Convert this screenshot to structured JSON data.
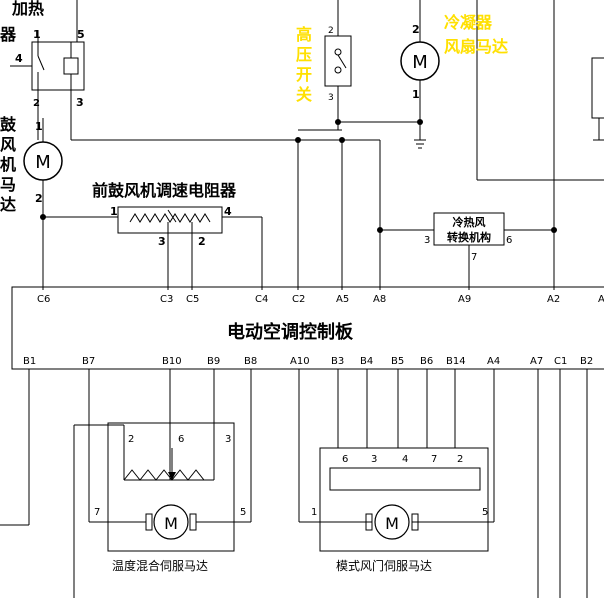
{
  "labels": {
    "heater_relay_top": "加热",
    "heater_relay_bottom": "器",
    "front_blower_motor": [
      "鼓",
      "风",
      "机",
      "马",
      "达"
    ],
    "front_blower_resistor": "前鼓风机调速电阻器",
    "high_pressure_switch": [
      "高",
      "压",
      "开",
      "关"
    ],
    "condenser_fan_motor_line1": "冷凝器",
    "condenser_fan_motor_line2": "风扇马达",
    "hot_cold_mechanism_line1": "冷热风",
    "hot_cold_mechanism_line2": "转换机构",
    "control_board": "电动空调控制板",
    "temp_mix_servo": "温度混合伺服马达",
    "mode_door_servo": "模式风门伺服马达",
    "motor_symbol": "M"
  },
  "pins": {
    "relay": {
      "p1": "1",
      "p5": "5",
      "p4": "4",
      "p2": "2",
      "p3": "3"
    },
    "blower": {
      "p1": "1",
      "p2": "2"
    },
    "resistor": {
      "p1": "1",
      "p4": "4",
      "p3": "3",
      "p2": "2"
    },
    "hp_switch": {
      "p2": "2",
      "p3": "3"
    },
    "cond_fan": {
      "p2": "2",
      "p1": "1"
    },
    "mech": {
      "p3": "3",
      "p6": "6",
      "p7": "7"
    },
    "board_top": [
      "C6",
      "C3",
      "C5",
      "C4",
      "C2",
      "A5",
      "A8",
      "A9",
      "A2",
      "A"
    ],
    "board_bottom": [
      "B1",
      "B7",
      "B10",
      "B9",
      "B8",
      "A10",
      "B3",
      "B4",
      "B5",
      "B6",
      "B14",
      "A4",
      "A7",
      "C1",
      "B2"
    ],
    "temp_servo": {
      "p2": "2",
      "p6": "6",
      "p3": "3",
      "p7": "7",
      "p5": "5"
    },
    "mode_servo": {
      "p6": "6",
      "p3": "3",
      "p4": "4",
      "p7": "7",
      "p2": "2",
      "p1": "1",
      "p5": "5"
    }
  },
  "colors": {
    "highlight": "#ffe000",
    "line": "#000000"
  }
}
